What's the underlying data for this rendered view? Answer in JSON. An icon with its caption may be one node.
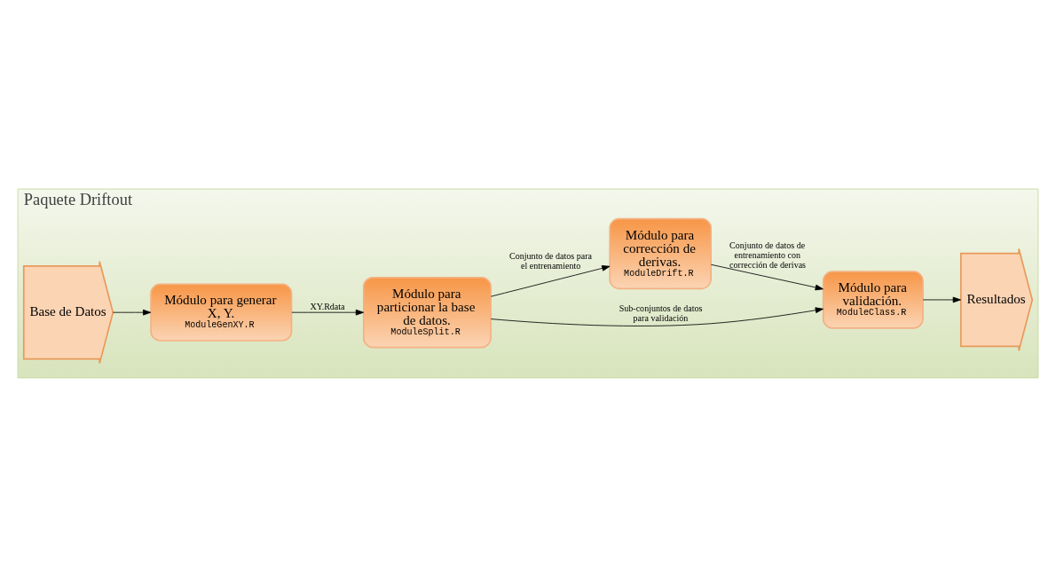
{
  "diagram": {
    "nodes": [
      {
        "text": [
          "Paquete Driftout"
        ]
      },
      {
        "text": [
          "Base de Datos"
        ],
        "in": 0
      },
      {
        "text": [
          "Módulo para generar X, Y.",
          "ModuleGenXY.R"
        ],
        "in": 0
      },
      {
        "text": [
          "Módulo para particionar la base de datos.",
          "ModuleSplit.R"
        ],
        "in": 0
      },
      {
        "text": [
          "Módulo para validación.",
          "ModuleClass.R"
        ],
        "in": 0
      },
      {
        "text": [
          "Módulo para corrección de derivas.",
          "ModuleDrift.R"
        ],
        "in": 0
      },
      {
        "text": [
          "Resultados"
        ],
        "in": 0
      }
    ],
    "edges": [
      {
        "from": 1,
        "to": 2,
        "arrow": "to"
      },
      {
        "from": 2,
        "to": 3,
        "arrow": "to",
        "label": "XY.Rdata"
      },
      {
        "from": 3,
        "to": 4,
        "arrow": "to",
        "label": "Sub-conjuntos de datos para validación"
      },
      {
        "from": 3,
        "to": 5,
        "arrow": "to",
        "label": "Conjunto de datos para el entrenamiento"
      },
      {
        "from": 5,
        "to": 4,
        "arrow": "to",
        "label": "Conjunto de datos de entrenamiento con corrección de derivas"
      },
      {
        "from": 4,
        "to": 6,
        "arrow": "to"
      }
    ]
  }
}
